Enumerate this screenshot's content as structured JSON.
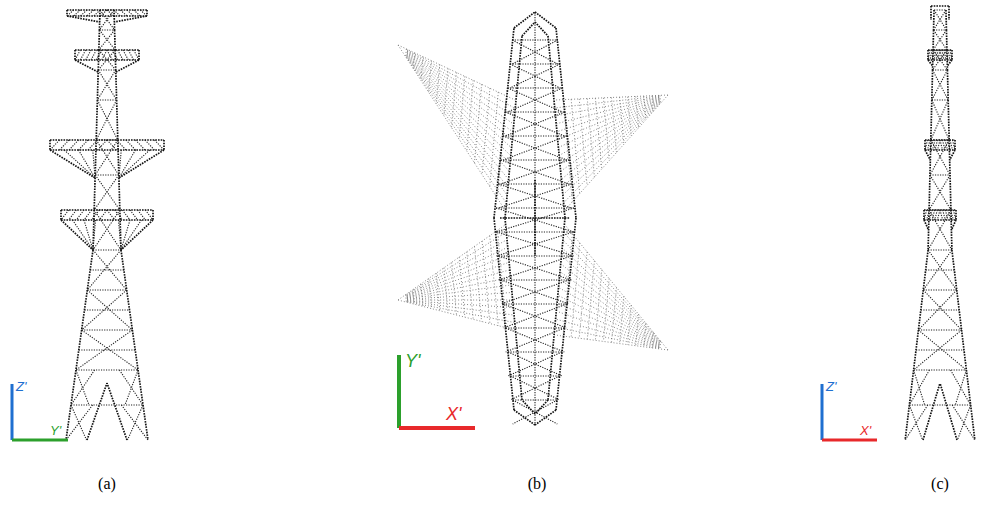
{
  "diagram": {
    "labels": [
      "Z'",
      "Y'",
      "Y'",
      "X'",
      "Z'",
      "X'",
      "(a)",
      "(b)",
      "(c)"
    ]
  }
}
